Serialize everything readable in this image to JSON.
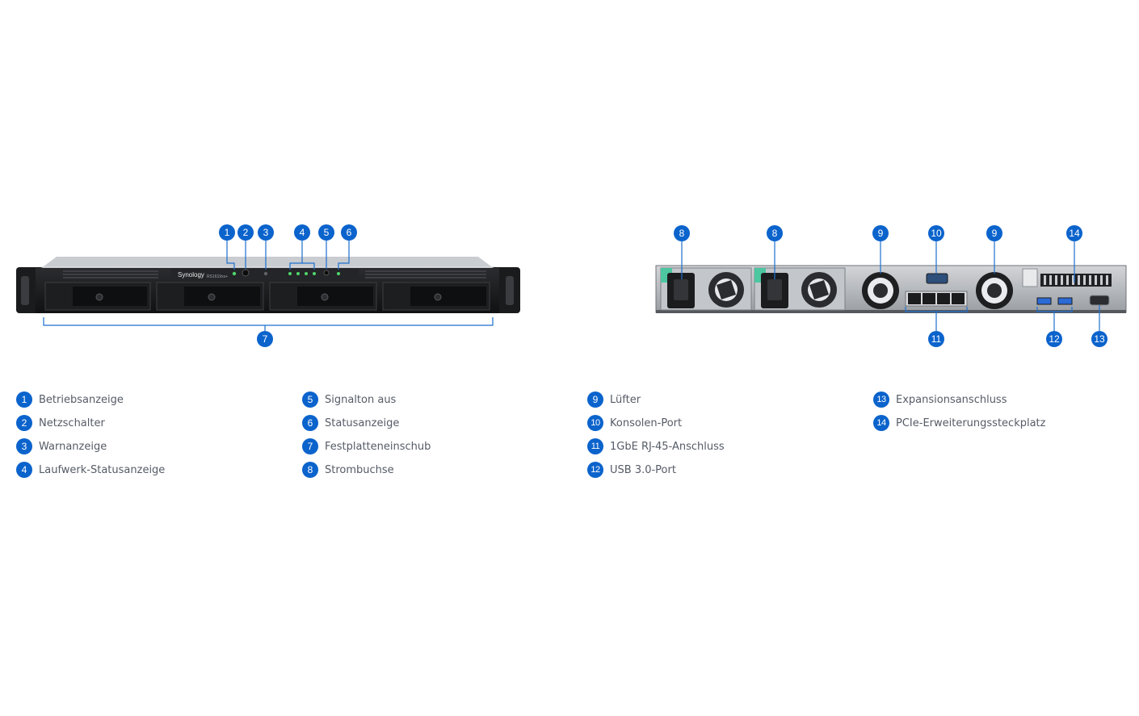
{
  "front": {
    "brand": "Synology",
    "model": "RS1619xs+"
  },
  "callouts_front": [
    "1",
    "2",
    "3",
    "4",
    "5",
    "6",
    "7"
  ],
  "callouts_rear": [
    "8",
    "8",
    "9",
    "10",
    "9",
    "14",
    "11",
    "12",
    "13"
  ],
  "legend": [
    {
      "num": "1",
      "label": "Betriebsanzeige"
    },
    {
      "num": "2",
      "label": "Netzschalter"
    },
    {
      "num": "3",
      "label": "Warnanzeige"
    },
    {
      "num": "4",
      "label": "Laufwerk-Statusanzeige"
    },
    {
      "num": "5",
      "label": "Signalton aus"
    },
    {
      "num": "6",
      "label": "Statusanzeige"
    },
    {
      "num": "7",
      "label": "Festplatteneinschub"
    },
    {
      "num": "8",
      "label": "Strombuchse"
    },
    {
      "num": "9",
      "label": "Lüfter"
    },
    {
      "num": "10",
      "label": "Konsolen-Port"
    },
    {
      "num": "11",
      "label": "1GbE RJ-45-Anschluss"
    },
    {
      "num": "12",
      "label": "USB 3.0-Port"
    },
    {
      "num": "13",
      "label": "Expansionsanschluss"
    },
    {
      "num": "14",
      "label": "PCIe-Erweiterungssteckplatz"
    }
  ]
}
